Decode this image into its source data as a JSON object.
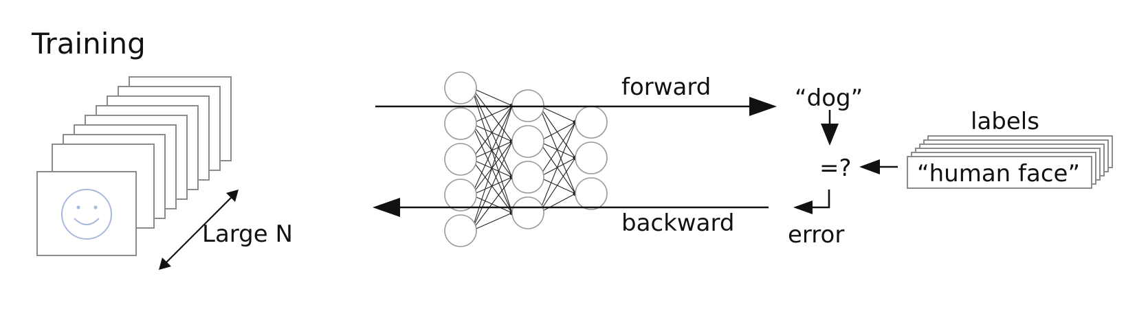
{
  "title": "Training",
  "dataset": {
    "size_label": "Large N"
  },
  "network": {
    "layer_sizes": [
      5,
      4,
      3
    ],
    "forward_label": "forward",
    "backward_label": "backward"
  },
  "output": {
    "prediction": "“dog”",
    "compare": "=?",
    "error_label": "error"
  },
  "labels": {
    "header": "labels",
    "example": "“human face”"
  },
  "icons": [
    "smiley-face-icon"
  ],
  "colors": {
    "ink": "#111111",
    "frame": "#8a8a8a",
    "smiley": "#a9b9dd"
  }
}
